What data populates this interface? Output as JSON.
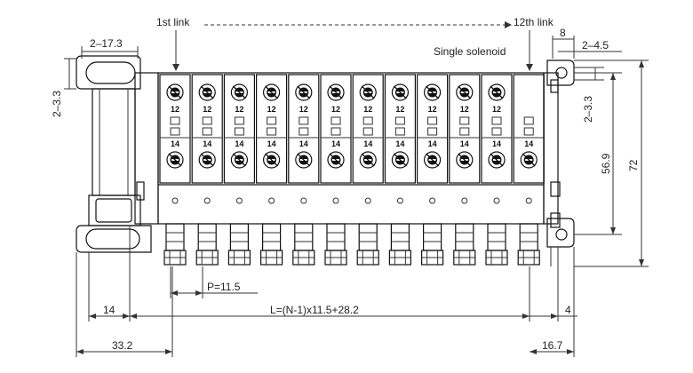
{
  "labels": {
    "first_link": "1st link",
    "twelfth_link": "12th link",
    "single_solenoid": "Single solenoid",
    "port_top": "12",
    "port_bottom": "14"
  },
  "dimensions": {
    "d_2_17_3": "2–17.3",
    "d_2_3_3_left": "2–3.3",
    "d_8": "8",
    "d_2_4_5": "2–4.5",
    "d_2_3_3_right": "2–3.3",
    "d_56_9": "56.9",
    "d_72": "72",
    "pitch": "P=11.5",
    "d_14": "14",
    "length_formula": "L=(N-1)x11.5+28.2",
    "d_4": "4",
    "d_33_2": "33.2",
    "d_16_7": "16.7"
  },
  "station_count": 12,
  "double_solenoid_stations": 11
}
